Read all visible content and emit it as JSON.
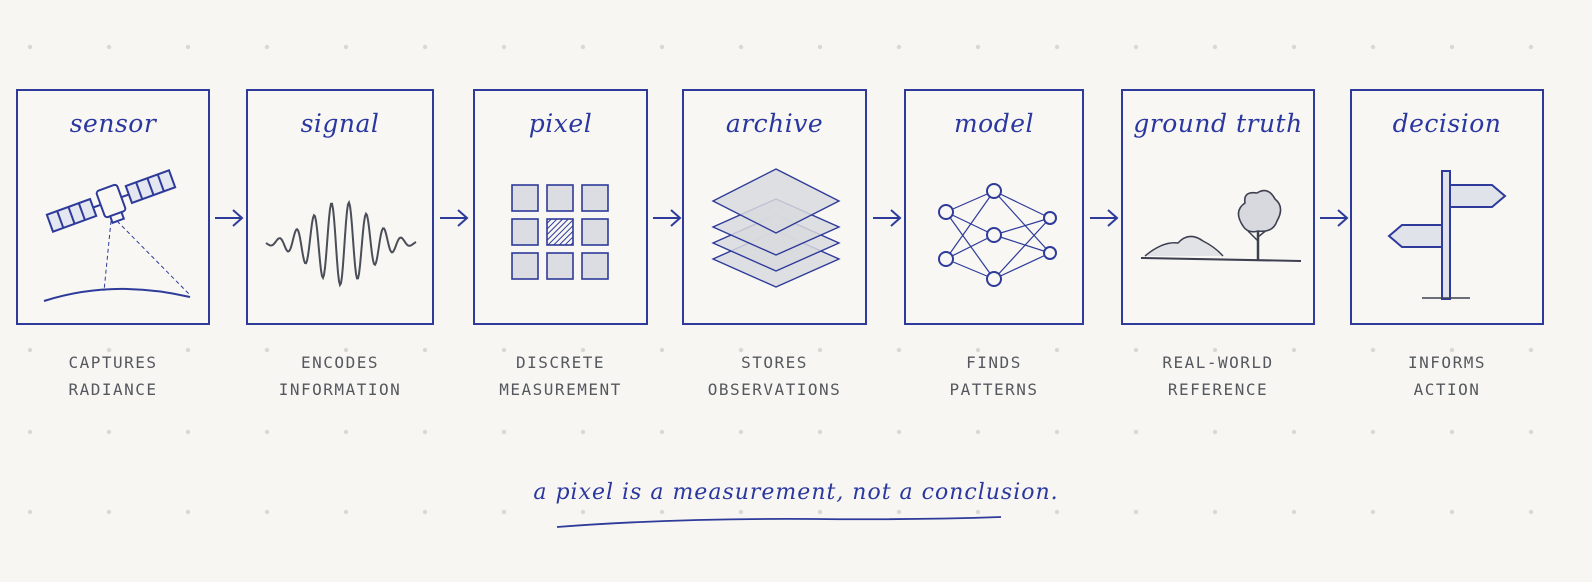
{
  "stages": [
    {
      "title": "sensor",
      "caption": [
        "CAPTURES",
        "RADIANCE"
      ],
      "icon": "satellite-icon"
    },
    {
      "title": "signal",
      "caption": [
        "ENCODES",
        "INFORMATION"
      ],
      "icon": "waveform-icon"
    },
    {
      "title": "pixel",
      "caption": [
        "DISCRETE",
        "MEASUREMENT"
      ],
      "icon": "pixel-grid-icon"
    },
    {
      "title": "archive",
      "caption": [
        "STORES",
        "OBSERVATIONS"
      ],
      "icon": "layers-stack-icon"
    },
    {
      "title": "model",
      "caption": [
        "FINDS",
        "PATTERNS"
      ],
      "icon": "neural-network-icon"
    },
    {
      "title": "ground truth",
      "caption": [
        "REAL-WORLD",
        "REFERENCE"
      ],
      "icon": "landscape-tree-icon"
    },
    {
      "title": "decision",
      "caption": [
        "INFORMS",
        "ACTION"
      ],
      "icon": "signpost-icon"
    }
  ],
  "tagline": "a pixel is a measurement, not a conclusion.",
  "colors": {
    "ink": "#2e3b9a",
    "caption": "#55585e",
    "background": "#f7f6f2"
  }
}
